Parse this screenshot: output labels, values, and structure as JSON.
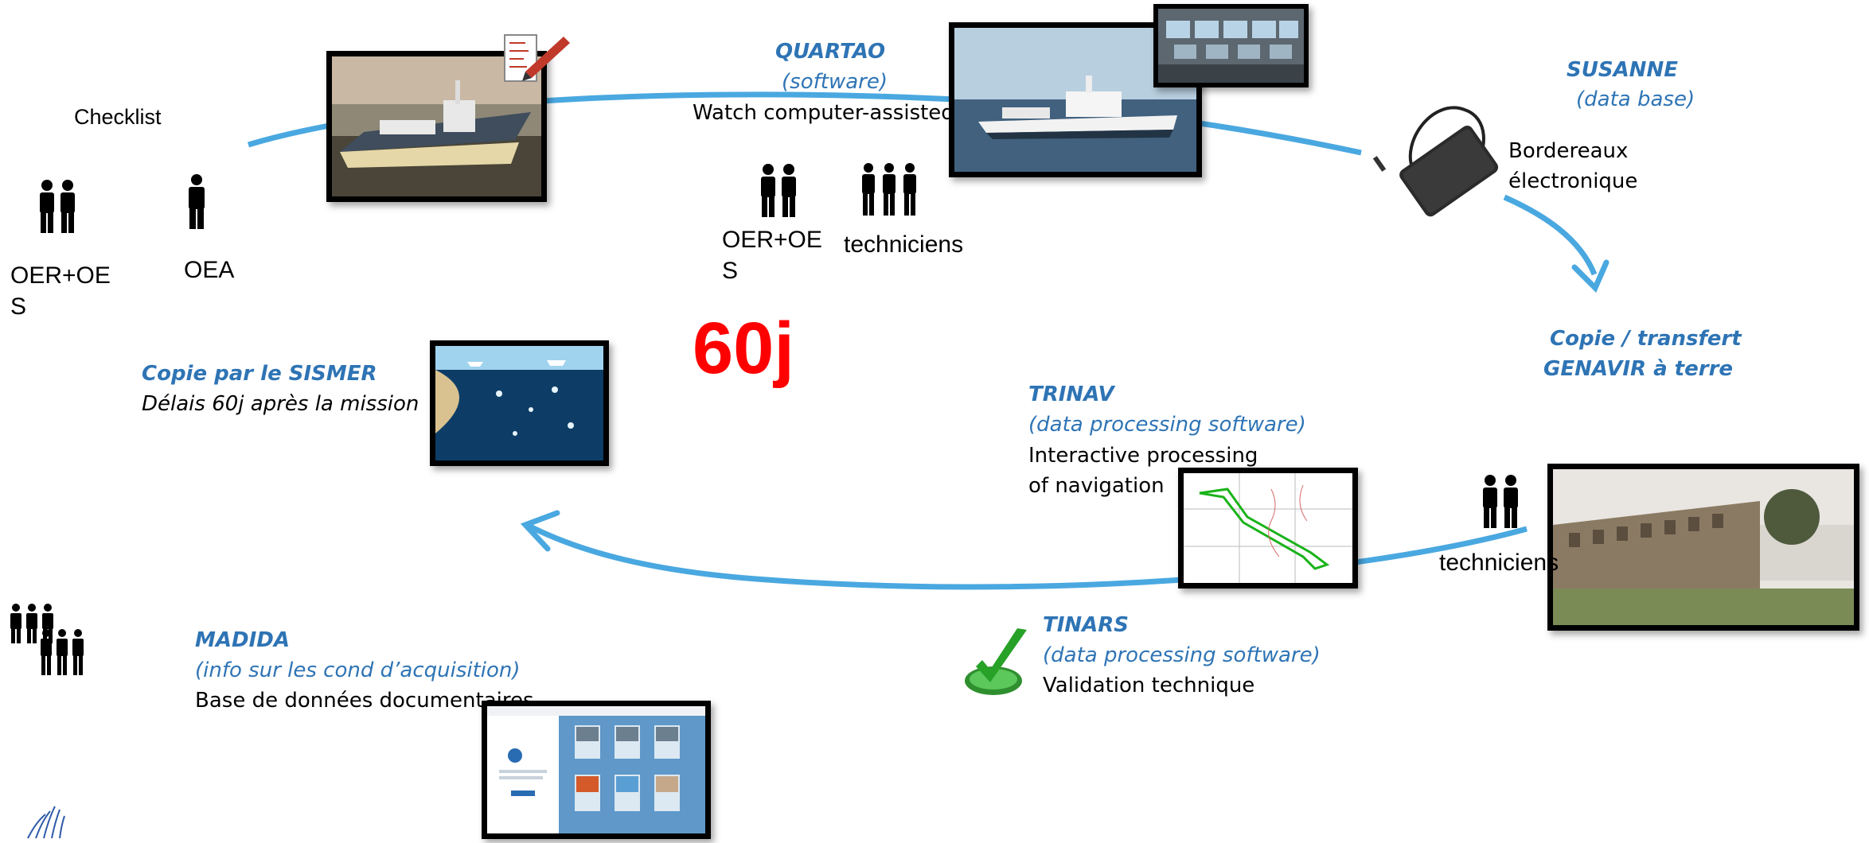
{
  "colors": {
    "accent": "#2e74b5",
    "arrow": "#4aa8e0",
    "highlight": "#ff0000"
  },
  "left": {
    "checklist": "Checklist",
    "group1_label": "OER+OE\nS",
    "group2_label": "OEA",
    "sismer_title": "Copie par le SISMER",
    "sismer_desc": "Délais 60j après la mission"
  },
  "quartao": {
    "title": "QUARTAO",
    "subtitle": "(software)",
    "desc": "Watch computer-assisted",
    "group1_label": "OER+OE\nS",
    "group2_label": "techniciens"
  },
  "delay": "60j",
  "susanne": {
    "title": "SUSANNE",
    "subtitle": "(data base)",
    "desc_line1": "Bordereaux",
    "desc_line2": "électronique"
  },
  "transfer": {
    "line1": "Copie / transfert",
    "line2": "GENAVIR à terre"
  },
  "trinav": {
    "title": "TRINAV",
    "subtitle": "(data processing software)",
    "desc_line1": "Interactive processing",
    "desc_line2": "of navigation"
  },
  "shore": {
    "group_label": "techniciens"
  },
  "tinars": {
    "title": "TINARS",
    "subtitle": "(data processing software)",
    "desc": "Validation technique"
  },
  "madida": {
    "title": "MADIDA",
    "subtitle": "(info sur les cond d’acquisition)",
    "desc": "Base de données documentaires"
  },
  "icons": {
    "person": "person-icon",
    "pair": "two-people-icon",
    "trio": "three-people-icon",
    "crowd": "crowd-icon",
    "checklist": "checklist-pen-icon",
    "drive": "external-drive-icon",
    "approved": "approved-check-icon",
    "logo": "sismer-logo-icon"
  }
}
